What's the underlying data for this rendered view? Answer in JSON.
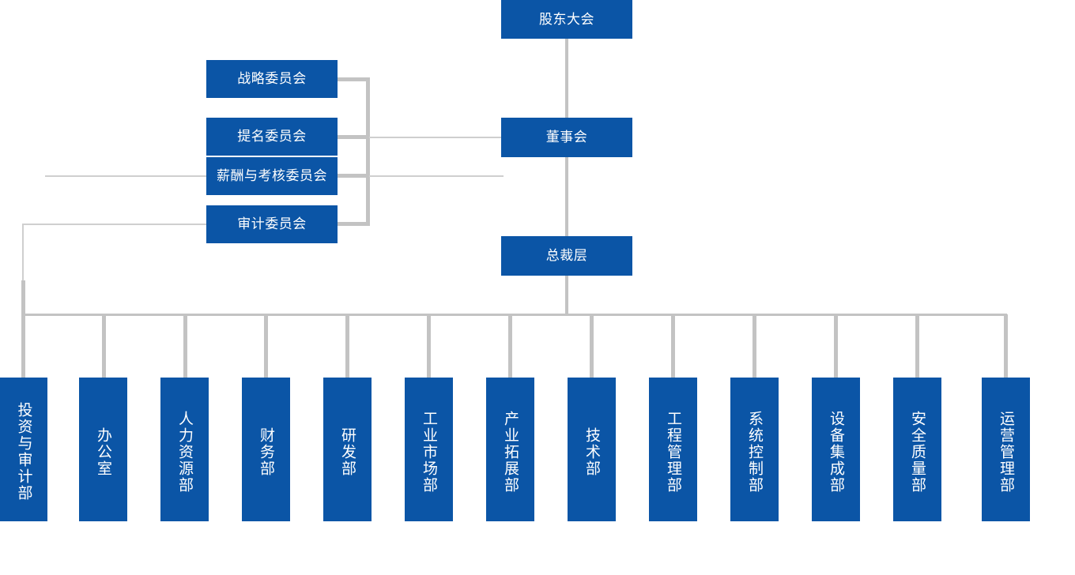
{
  "chart_title": "",
  "theme": {
    "node_fill": "#0b55a6",
    "node_text": "#ffffff",
    "connector": "#c3c3c3",
    "background": "#ffffff"
  },
  "nodes": {
    "shareholders": {
      "label": "股东大会"
    },
    "board": {
      "label": "董事会"
    },
    "president": {
      "label": "总裁层"
    }
  },
  "committees": [
    {
      "label": "战略委员会"
    },
    {
      "label": "提名委员会"
    },
    {
      "label": "薪酬与考核委员会"
    },
    {
      "label": "审计委员会"
    }
  ],
  "departments": [
    {
      "label": "投资与审计部"
    },
    {
      "label": "办公室"
    },
    {
      "label": "人力资源部"
    },
    {
      "label": "财务部"
    },
    {
      "label": "研发部"
    },
    {
      "label": "工业市场部"
    },
    {
      "label": "产业拓展部"
    },
    {
      "label": "技术部"
    },
    {
      "label": "工程管理部"
    },
    {
      "label": "系统控制部"
    },
    {
      "label": "设备集成部"
    },
    {
      "label": "安全质量部"
    },
    {
      "label": "运营管理部"
    }
  ]
}
